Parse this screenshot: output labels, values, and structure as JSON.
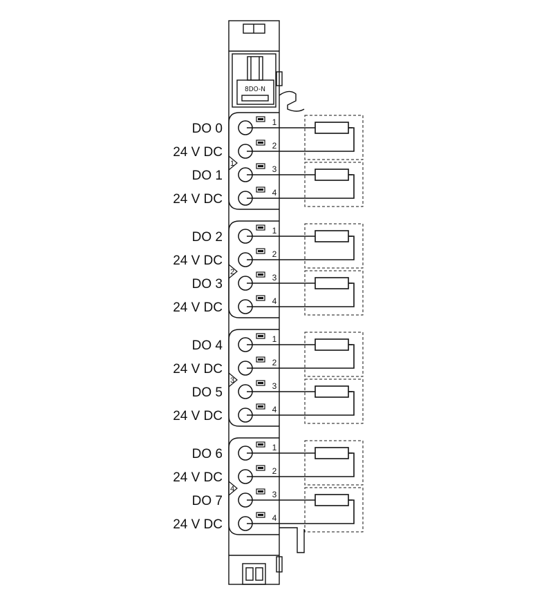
{
  "module_name": "8DO-N",
  "channels": [
    {
      "label": "DO 0"
    },
    {
      "label": "DO 1"
    },
    {
      "label": "DO 2"
    },
    {
      "label": "DO 3"
    },
    {
      "label": "DO 4"
    },
    {
      "label": "DO 5"
    },
    {
      "label": "DO 6"
    },
    {
      "label": "DO 7"
    }
  ],
  "supply_label": "24 V DC",
  "terminal_numbers": [
    "1",
    "2",
    "3",
    "4"
  ],
  "groups": [
    {
      "number": "1"
    },
    {
      "number": "2"
    },
    {
      "number": "3"
    },
    {
      "number": "4"
    }
  ]
}
